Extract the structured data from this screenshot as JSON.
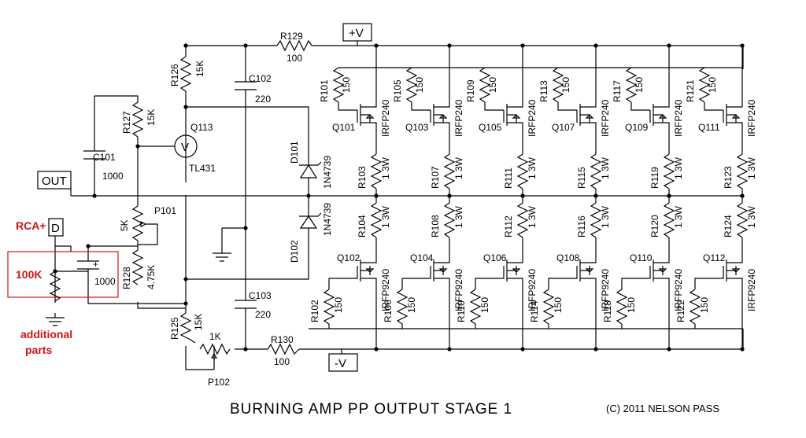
{
  "title": "BURNING AMP PP OUTPUT STAGE 1",
  "copyright": "(C) 2011 NELSON PASS",
  "rails": {
    "pos": "+V",
    "neg": "-V"
  },
  "out_label": "OUT",
  "input": {
    "rca_label": "RCA+",
    "terminal": "D"
  },
  "annotation": {
    "resistor": "100K",
    "note_line1": "additional",
    "note_line2": "parts"
  },
  "bias": {
    "R129": {
      "ref": "R129",
      "value": "100"
    },
    "R130": {
      "ref": "R130",
      "value": "100"
    },
    "R126": {
      "ref": "R126",
      "value": "15K"
    },
    "R127": {
      "ref": "R127",
      "value": "15K"
    },
    "R125": {
      "ref": "R125",
      "value": "15K"
    },
    "R128": {
      "ref": "R128",
      "value": "4.75K"
    },
    "P101": {
      "ref": "P101",
      "value": "5K"
    },
    "P102": {
      "ref": "P102",
      "value": "1K"
    },
    "C101": {
      "ref": "C101",
      "value": "1000"
    },
    "C102": {
      "ref": "C102",
      "value": "220"
    },
    "C103": {
      "ref": "C103",
      "value": "220"
    },
    "C_in_value": "1000",
    "Q113": {
      "ref": "Q113",
      "part": "TL431",
      "symbol": "V"
    },
    "D101": {
      "ref": "D101",
      "part": "1N4739"
    },
    "D102": {
      "ref": "D102",
      "part": "1N4739"
    }
  },
  "n_stages": [
    {
      "gate_r": "R101",
      "gate_v": "150",
      "q": "Q101",
      "part": "IRFP240",
      "src_r": "R103",
      "src_v": "1 3W"
    },
    {
      "gate_r": "R105",
      "gate_v": "150",
      "q": "Q103",
      "part": "IRFP240",
      "src_r": "R107",
      "src_v": "1 3W"
    },
    {
      "gate_r": "R109",
      "gate_v": "150",
      "q": "Q105",
      "part": "IRFP240",
      "src_r": "R111",
      "src_v": "1 3W"
    },
    {
      "gate_r": "R113",
      "gate_v": "150",
      "q": "Q107",
      "part": "IRFP240",
      "src_r": "R115",
      "src_v": "1 3W"
    },
    {
      "gate_r": "R117",
      "gate_v": "150",
      "q": "Q109",
      "part": "IRFP240",
      "src_r": "R119",
      "src_v": "1 3W"
    },
    {
      "gate_r": "R121",
      "gate_v": "150",
      "q": "Q111",
      "part": "IRFP240",
      "src_r": "R123",
      "src_v": "1 3W"
    }
  ],
  "p_stages": [
    {
      "src_r": "R104",
      "src_v": "1 3W",
      "q": "Q102",
      "part": "IRFP9240",
      "gate_r": "R102",
      "gate_v": "150"
    },
    {
      "src_r": "R108",
      "src_v": "1 3W",
      "q": "Q104",
      "part": "IRFP9240",
      "gate_r": "R106",
      "gate_v": "150"
    },
    {
      "src_r": "R112",
      "src_v": "1 3W",
      "q": "Q106",
      "part": "IRFP9240",
      "gate_r": "R110",
      "gate_v": "150"
    },
    {
      "src_r": "R116",
      "src_v": "1 3W",
      "q": "Q108",
      "part": "IRFP9240",
      "gate_r": "R114",
      "gate_v": "150"
    },
    {
      "src_r": "R120",
      "src_v": "1 3W",
      "q": "Q110",
      "part": "IRFP9240",
      "gate_r": "R118",
      "gate_v": "150"
    },
    {
      "src_r": "R124",
      "src_v": "1 3W",
      "q": "Q112",
      "part": "IRFP9240",
      "gate_r": "R122",
      "gate_v": "150"
    }
  ]
}
